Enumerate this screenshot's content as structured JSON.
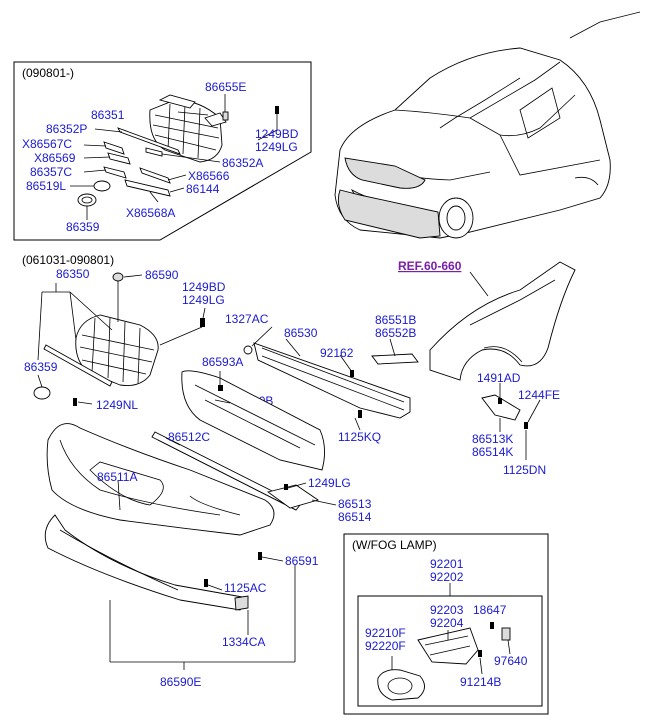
{
  "colors": {
    "part_number": "#1a1ad2",
    "reference": "#7a1fa8",
    "outline": "#000000"
  },
  "boxes": {
    "grille_new": {
      "title": "(090801-)"
    },
    "grille_old": {
      "title": "(061031-090801)"
    },
    "fog_lamp": {
      "title": "(W/FOG LAMP)"
    }
  },
  "reference": {
    "label": "REF.60-660"
  },
  "labels": {
    "p86655E": "86655E",
    "p86351": "86351",
    "p86352P": "86352P",
    "p1249BD_a": "1249BD",
    "p1249LG_a": "1249LG",
    "pX86567C": "X86567C",
    "pX86569": "X86569",
    "p86352A": "86352A",
    "p86357C": "86357C",
    "pX86566": "X86566",
    "p86519L": "86519L",
    "p86144": "86144",
    "pX86568A": "X86568A",
    "p86359_a": "86359",
    "p86350": "86350",
    "p86590": "86590",
    "p1249BD_b": "1249BD",
    "p1249LG_b": "1249LG",
    "p86359_b": "86359",
    "p1327AC": "1327AC",
    "p86530": "86530",
    "p86551B": "86551B",
    "p86552B": "86552B",
    "p92162": "92162",
    "p86593A": "86593A",
    "p86520B": "86520B",
    "p1249NL": "1249NL",
    "p86512C": "86512C",
    "p1125KQ": "1125KQ",
    "p1491AD": "1491AD",
    "p1244FE": "1244FE",
    "p86513K": "86513K",
    "p86514K": "86514K",
    "p1125DN": "1125DN",
    "p86511A": "86511A",
    "p1249LG_c": "1249LG",
    "p86513": "86513",
    "p86514": "86514",
    "p86591": "86591",
    "p1125AC": "1125AC",
    "p1334CA": "1334CA",
    "p86590E": "86590E",
    "p92201": "92201",
    "p92202": "92202",
    "p92203": "92203",
    "p92204": "92204",
    "p18647": "18647",
    "p92210F": "92210F",
    "p92220F": "92220F",
    "p97640": "97640",
    "p91214B": "91214B"
  }
}
